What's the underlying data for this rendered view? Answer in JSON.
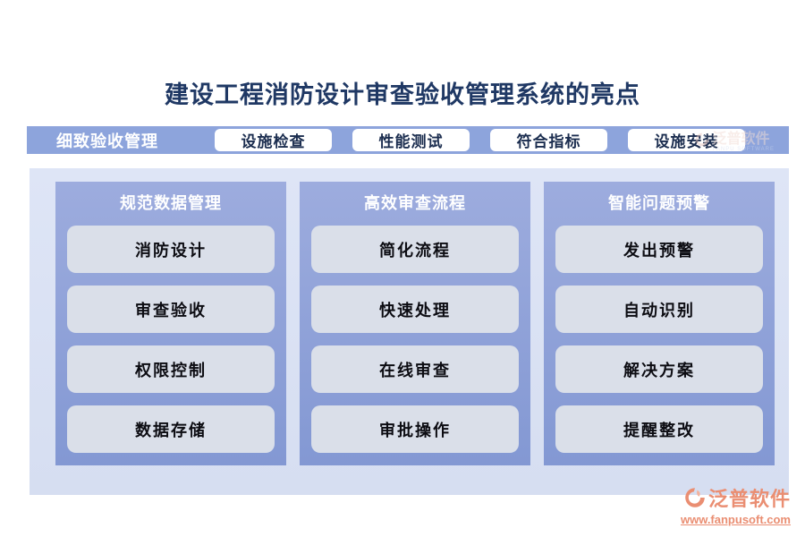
{
  "title": "建设工程消防设计审查验收管理系统的亮点",
  "header": {
    "label": "细致验收管理",
    "tabs": [
      {
        "label": "设施检查"
      },
      {
        "label": "性能测试"
      },
      {
        "label": "符合指标"
      },
      {
        "label": "设施安装"
      }
    ]
  },
  "columns": [
    {
      "header": "规范数据管理",
      "items": [
        "消防设计",
        "审查验收",
        "权限控制",
        "数据存储"
      ]
    },
    {
      "header": "高效审查流程",
      "items": [
        "简化流程",
        "快速处理",
        "在线审查",
        "审批操作"
      ]
    },
    {
      "header": "智能问题预警",
      "items": [
        "发出预警",
        "自动识别",
        "解决方案",
        "提醒整改"
      ]
    }
  ],
  "watermark": {
    "text": "泛普软件",
    "subtext": "FANPU SOFTWARE"
  },
  "footer": {
    "brand": "泛普软件",
    "url": "www.fanpusoft.com"
  },
  "colors": {
    "title": "#1f3864",
    "bar": "#8da4dc",
    "panel": "#d9e0f2",
    "item_bg": "#dadfe9",
    "brand": "#ea8e72"
  }
}
